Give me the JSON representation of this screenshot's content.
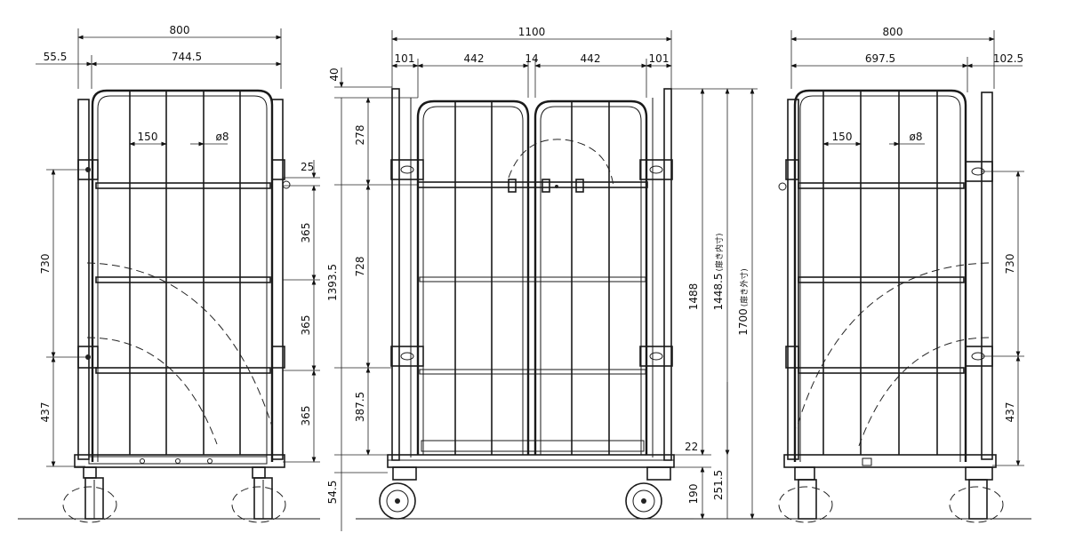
{
  "left_view": {
    "width_total": "800",
    "offset": "55.5",
    "width_inner": "744.5",
    "pitch": "150",
    "rod_dia": "ø8",
    "height_top": "25",
    "height_seg1": "365",
    "height_seg2": "365",
    "height_seg3": "365",
    "height_upper": "730",
    "height_lower": "437"
  },
  "front_view": {
    "width_total": "1100",
    "side_a": "101",
    "door_a": "442",
    "gap": "14",
    "door_b": "442",
    "side_b": "101",
    "top_offset": "40",
    "seg_278": "278",
    "seg_728": "728",
    "seg_387": "387.5",
    "height_1393": "1393.5",
    "base_offset": "54.5",
    "base_22": "22",
    "base_190": "190",
    "height_251": "251.5",
    "height_1488": "1488",
    "height_inner": "1448.5",
    "height_inner_note": "(扉き内寸)",
    "height_total": "1700",
    "height_total_note": "(扉き外寸)"
  },
  "right_view": {
    "width_total": "800",
    "width_inner": "697.5",
    "offset": "102.5",
    "pitch": "150",
    "rod_dia": "ø8",
    "height_upper": "730",
    "height_lower": "437"
  }
}
